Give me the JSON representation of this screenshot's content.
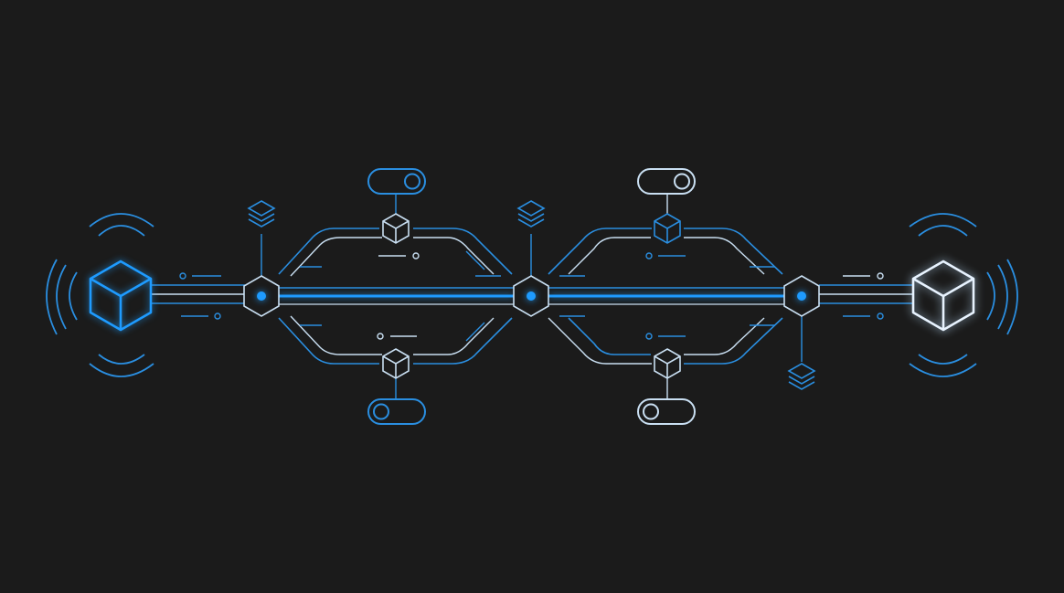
{
  "colors": {
    "background": "#1b1b1b",
    "accent_blue": "#1e9bff",
    "line_blue": "#2a8ee0",
    "line_light": "#c9dff2",
    "node_white": "#e8f3ff"
  },
  "diagram": {
    "endpoints": [
      {
        "name": "source-node",
        "icon": "cube-icon",
        "style": "blue-glow"
      },
      {
        "name": "destination-node",
        "icon": "cube-icon",
        "style": "white-glow"
      }
    ],
    "hubs": [
      {
        "name": "hub-1",
        "icon": "hexagon-icon",
        "stack": "above"
      },
      {
        "name": "hub-2",
        "icon": "hexagon-icon",
        "stack": "above"
      },
      {
        "name": "hub-3",
        "icon": "hexagon-icon",
        "stack": "below"
      }
    ],
    "branches": [
      {
        "name": "branch-1-top",
        "toggle": "toggle-icon",
        "node": "cube-icon"
      },
      {
        "name": "branch-1-bottom",
        "toggle": "toggle-icon",
        "node": "cube-icon"
      },
      {
        "name": "branch-2-top",
        "toggle": "toggle-icon",
        "node": "cube-icon"
      },
      {
        "name": "branch-2-bottom",
        "toggle": "toggle-icon",
        "node": "cube-icon"
      }
    ]
  }
}
